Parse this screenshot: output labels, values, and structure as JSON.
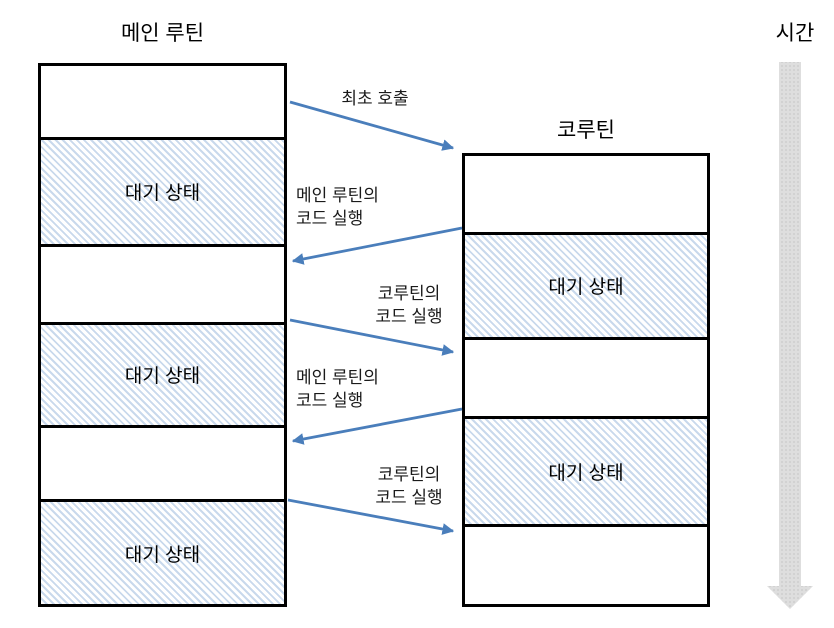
{
  "titles": {
    "main_routine": "메인 루틴",
    "coroutine": "코루틴",
    "time": "시간"
  },
  "main_column": {
    "segments": [
      {
        "type": "running",
        "label": ""
      },
      {
        "type": "waiting",
        "label": "대기 상태"
      },
      {
        "type": "running",
        "label": ""
      },
      {
        "type": "waiting",
        "label": "대기 상태"
      },
      {
        "type": "running",
        "label": ""
      },
      {
        "type": "waiting",
        "label": "대기 상태"
      }
    ]
  },
  "coroutine_column": {
    "segments": [
      {
        "type": "running",
        "label": ""
      },
      {
        "type": "waiting",
        "label": "대기 상태"
      },
      {
        "type": "running",
        "label": ""
      },
      {
        "type": "waiting",
        "label": "대기 상태"
      },
      {
        "type": "running",
        "label": ""
      }
    ]
  },
  "arrows": [
    {
      "label": "최초 호출",
      "from": "main-routine",
      "to": "coroutine"
    },
    {
      "label": "메인 루틴의\n코드 실행",
      "from": "coroutine",
      "to": "main-routine"
    },
    {
      "label": "코루틴의\n코드 실행",
      "from": "main-routine",
      "to": "coroutine"
    },
    {
      "label": "메인 루틴의\n코드 실행",
      "from": "coroutine",
      "to": "main-routine"
    },
    {
      "label": "코루틴의\n코드 실행",
      "from": "main-routine",
      "to": "coroutine"
    }
  ],
  "colors": {
    "arrow_blue": "#4a7ebb",
    "hatch_blue": "#c9d9ec",
    "time_arrow_gray": "#dedede",
    "time_arrow_dot_gray": "#cacaca",
    "border_black": "#000000"
  }
}
